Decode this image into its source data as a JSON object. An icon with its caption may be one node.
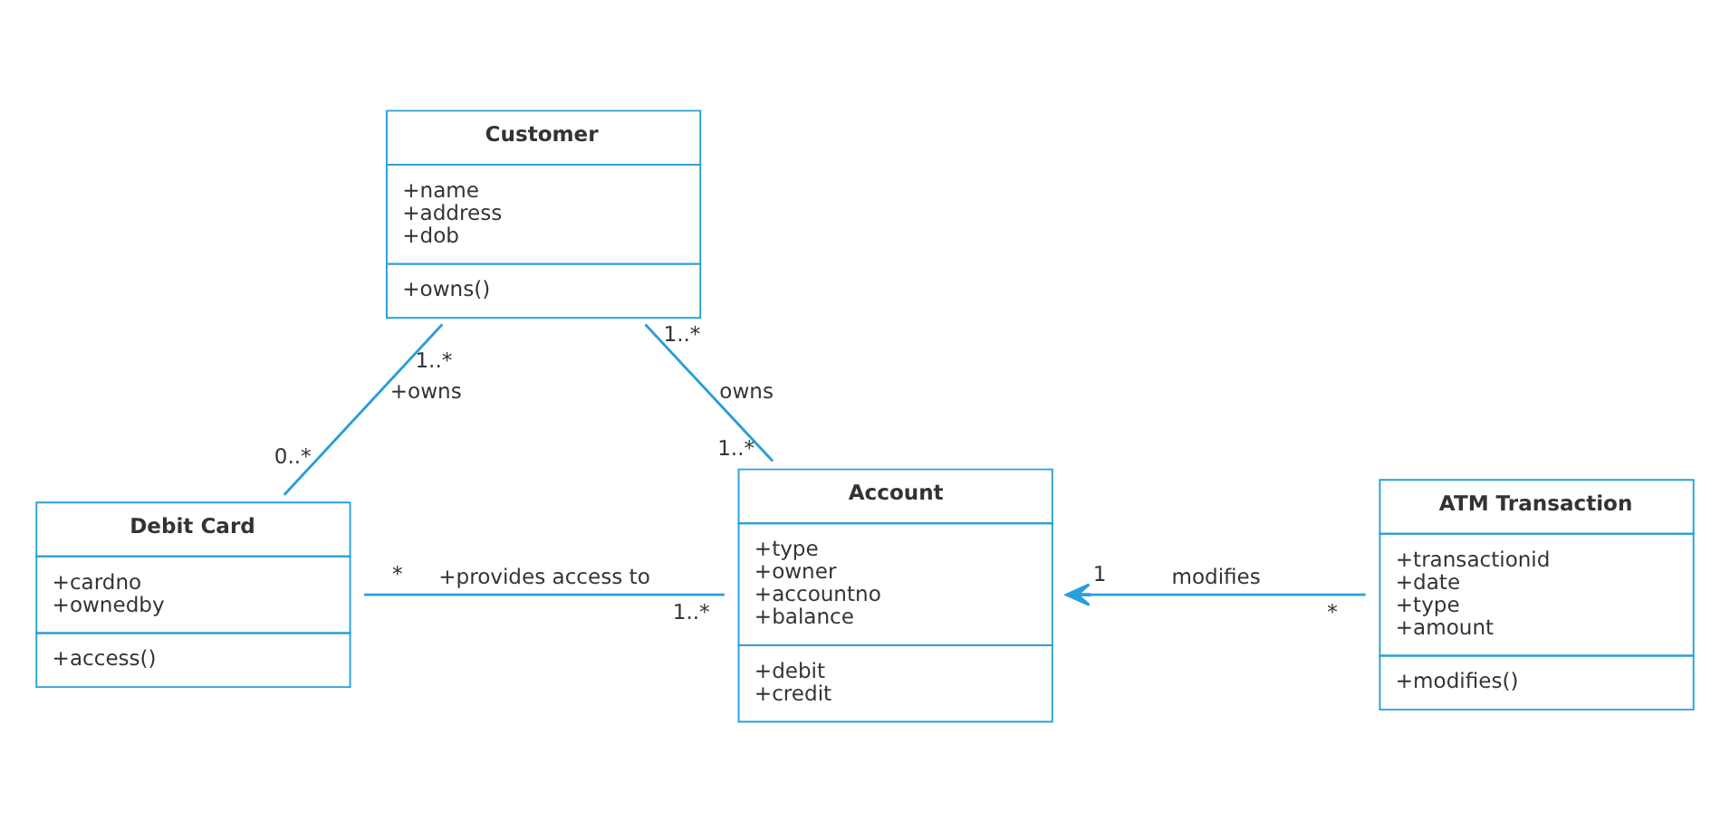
{
  "diagram": {
    "nodes": [
      {
        "text": [
          "Customer",
          "+name +address +dob",
          "+owns()"
        ]
      },
      {
        "text": [
          "Debit Card",
          "+cardno +ownedby",
          "+access()"
        ]
      },
      {
        "text": [
          "Account",
          "+type +owner +accountno +balance",
          "+debit +credit"
        ]
      },
      {
        "text": [
          "ATM Transaction",
          "+transactionid +date +type +amount",
          "+modifies()"
        ]
      }
    ],
    "edges": [
      {
        "from": 0,
        "to": 1,
        "arrow": "none",
        "label": "+owns"
      },
      {
        "from": 0,
        "to": 2,
        "arrow": "none",
        "label": "owns"
      },
      {
        "from": 1,
        "to": 2,
        "arrow": "none",
        "label": "+provides access to"
      },
      {
        "from": 3,
        "to": 2,
        "arrow": "to",
        "label": "modifies"
      }
    ],
    "labels": [
      "1..*",
      "1..*",
      "0..*",
      "1..*",
      "1",
      "*",
      "*",
      "1..*"
    ]
  }
}
